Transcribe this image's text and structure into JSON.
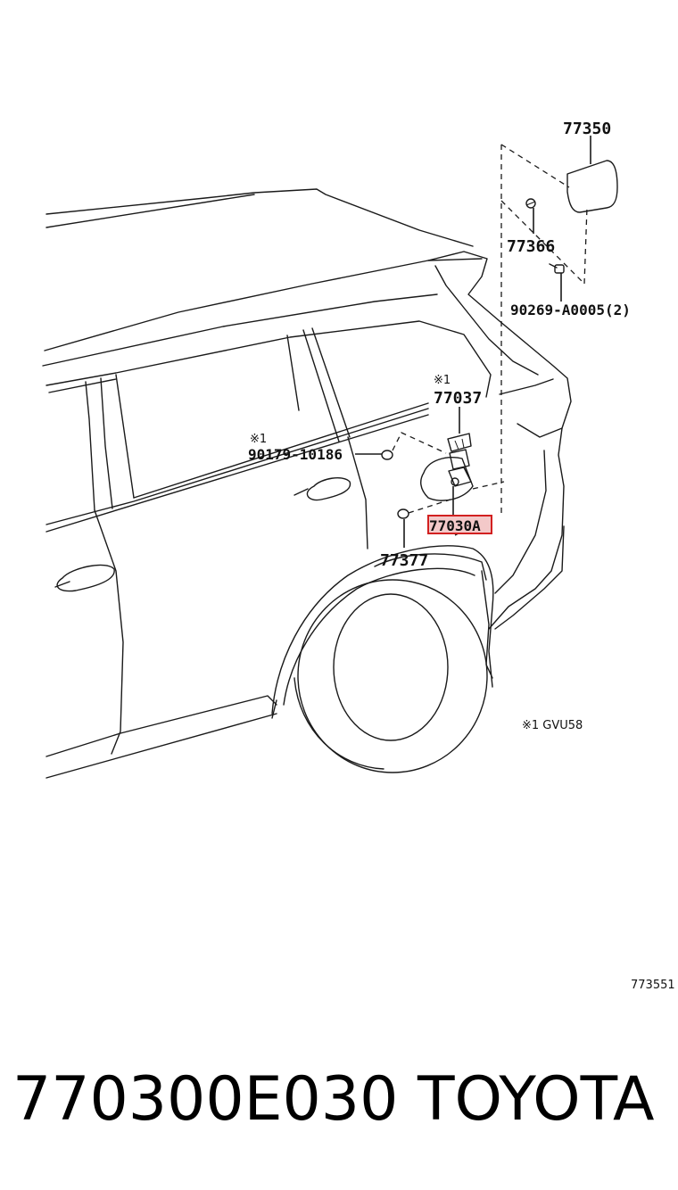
{
  "diagram": {
    "highlight_color": "#d22020",
    "parts": {
      "p77350": "77350",
      "p77366": "77366",
      "p90269": "90269-A0005(2)",
      "p77037": "77037",
      "p90179": "90179-10186",
      "p77030": "77030A",
      "p77377": "77377"
    },
    "notes": {
      "note1_a": "※1",
      "note1_b": "※1",
      "legend": "※1 GVU58"
    },
    "ref_code": "773551"
  },
  "caption": {
    "part_number": "770300E030",
    "brand": "TOYOTA"
  }
}
